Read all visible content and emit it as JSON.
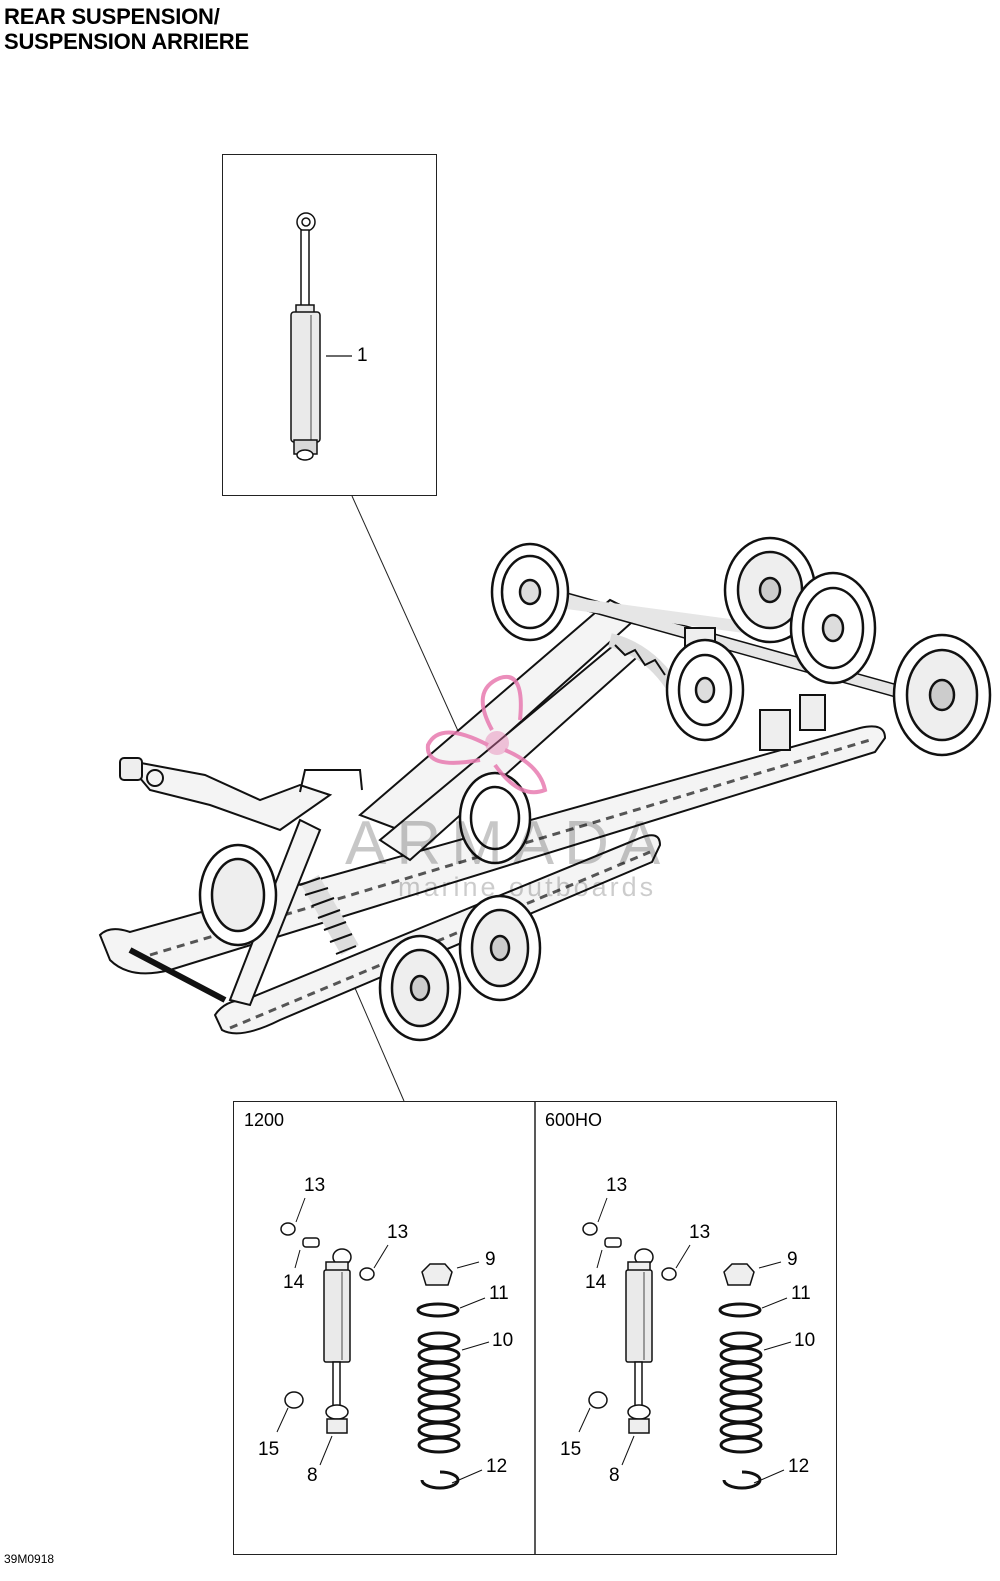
{
  "header": {
    "title_en": "REAR SUSPENSION/",
    "title_fr": "SUSPENSION ARRIERE"
  },
  "figure_code": "39M0918",
  "watermark": {
    "brand": "ARMADA",
    "tagline": "marine outboards",
    "logo_color": "#e87bb0"
  },
  "top_box": {
    "callouts": [
      {
        "label": "1"
      }
    ]
  },
  "variants": [
    {
      "label": "1200",
      "callouts": [
        "13",
        "13",
        "14",
        "9",
        "11",
        "10",
        "15",
        "8",
        "12"
      ]
    },
    {
      "label": "600HO",
      "callouts": [
        "13",
        "13",
        "14",
        "9",
        "11",
        "10",
        "15",
        "8",
        "12"
      ]
    }
  ]
}
